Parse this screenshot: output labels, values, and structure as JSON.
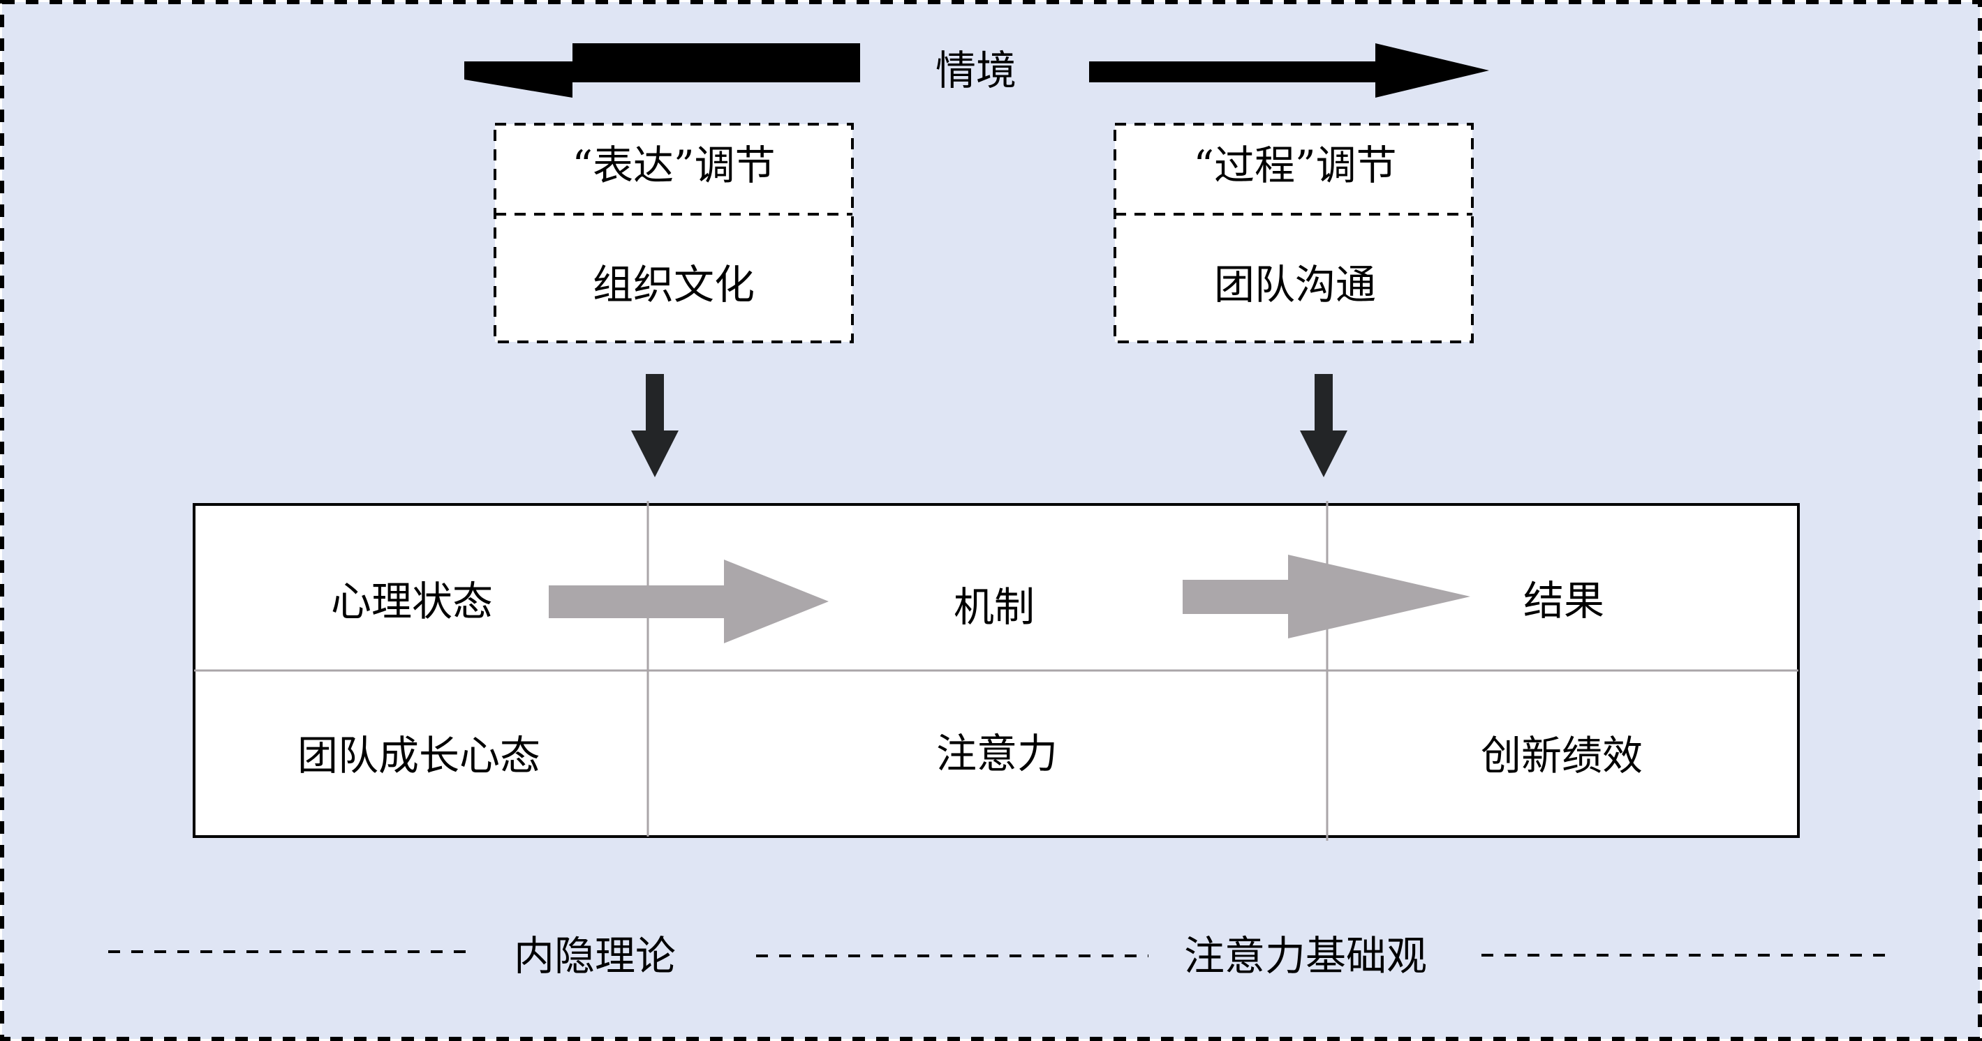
{
  "colors": {
    "background": "#dfe5f4",
    "box_fill": "#ffffff",
    "border": "#000000",
    "grid_line": "#aaa5a8",
    "flow_arrow": "#aba7aa",
    "down_arrow": "#232527"
  },
  "context": {
    "title": "情境",
    "left_arrow_icon": "arrow-left-icon",
    "right_arrow_icon": "arrow-right-icon"
  },
  "moderators": [
    {
      "header": "“表达”调节",
      "variable": "组织文化"
    },
    {
      "header": "“过程”调节",
      "variable": "团队沟通"
    }
  ],
  "framework": {
    "stages": [
      "心理状态",
      "机制",
      "结果"
    ],
    "variables": [
      "团队成长心态",
      "注意力",
      "创新绩效"
    ]
  },
  "theories": [
    "内隐理论",
    "注意力基础观"
  ]
}
